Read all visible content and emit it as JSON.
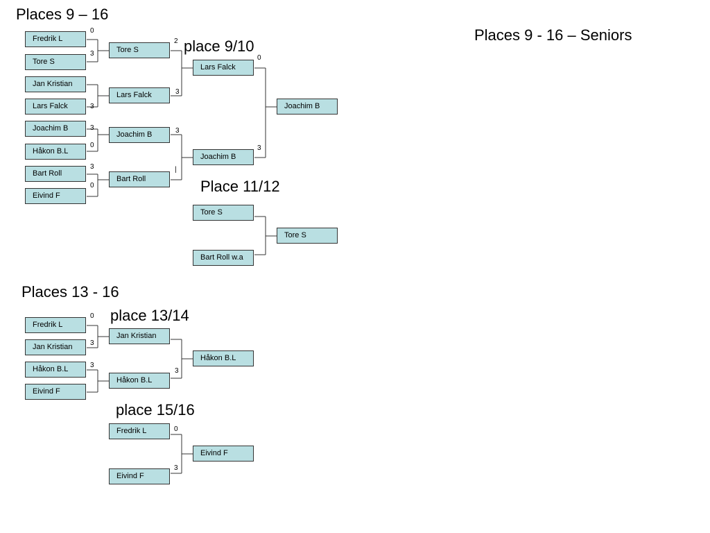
{
  "titles": {
    "main": "Places 9 – 16",
    "seniors": "Places 9 - 16 – Seniors",
    "place_9_10": "place 9/10",
    "place_11_12": "Place 11/12",
    "places_13_16": "Places 13 - 16",
    "place_13_14": "place 13/14",
    "place_15_16": "place 15/16"
  },
  "bracket_9_16": {
    "round1": [
      {
        "name": "Fredrik L",
        "score": "0"
      },
      {
        "name": "Tore S",
        "score": "3"
      },
      {
        "name": "Jan Kristian",
        "score": ""
      },
      {
        "name": "Lars Falck",
        "score": "3"
      },
      {
        "name": "Joachim B",
        "score": "3"
      },
      {
        "name": "Håkon B.L",
        "score": "0"
      },
      {
        "name": "Bart Roll",
        "score": "3"
      },
      {
        "name": "Eivind F",
        "score": "0"
      }
    ],
    "round2": [
      {
        "name": "Tore S",
        "score": "2"
      },
      {
        "name": "Lars Falck",
        "score": "3"
      },
      {
        "name": "Joachim B",
        "score": "3"
      },
      {
        "name": "Bart Roll",
        "score": "|"
      }
    ],
    "round3": [
      {
        "name": "Lars Falck",
        "score": "0"
      },
      {
        "name": "Joachim B",
        "score": "3"
      }
    ],
    "winner": {
      "name": "Joachim B"
    }
  },
  "bracket_11_12": {
    "players": [
      {
        "name": "Tore S"
      },
      {
        "name": "Bart Roll w.a"
      }
    ],
    "winner": {
      "name": "Tore S"
    }
  },
  "bracket_13_16": {
    "round1": [
      {
        "name": "Fredrik L",
        "score": "0"
      },
      {
        "name": "Jan Kristian",
        "score": "3"
      },
      {
        "name": "Håkon B.L",
        "score": "3"
      },
      {
        "name": "Eivind F",
        "score": ""
      }
    ],
    "round2": [
      {
        "name": "Jan Kristian",
        "score": ""
      },
      {
        "name": "Håkon B.L",
        "score": "3"
      }
    ],
    "winner": {
      "name": "Håkon B.L"
    }
  },
  "bracket_15_16": {
    "players": [
      {
        "name": "Fredrik L",
        "score": "0"
      },
      {
        "name": "Eivind F",
        "score": "3"
      }
    ],
    "winner": {
      "name": "Eivind F"
    }
  }
}
